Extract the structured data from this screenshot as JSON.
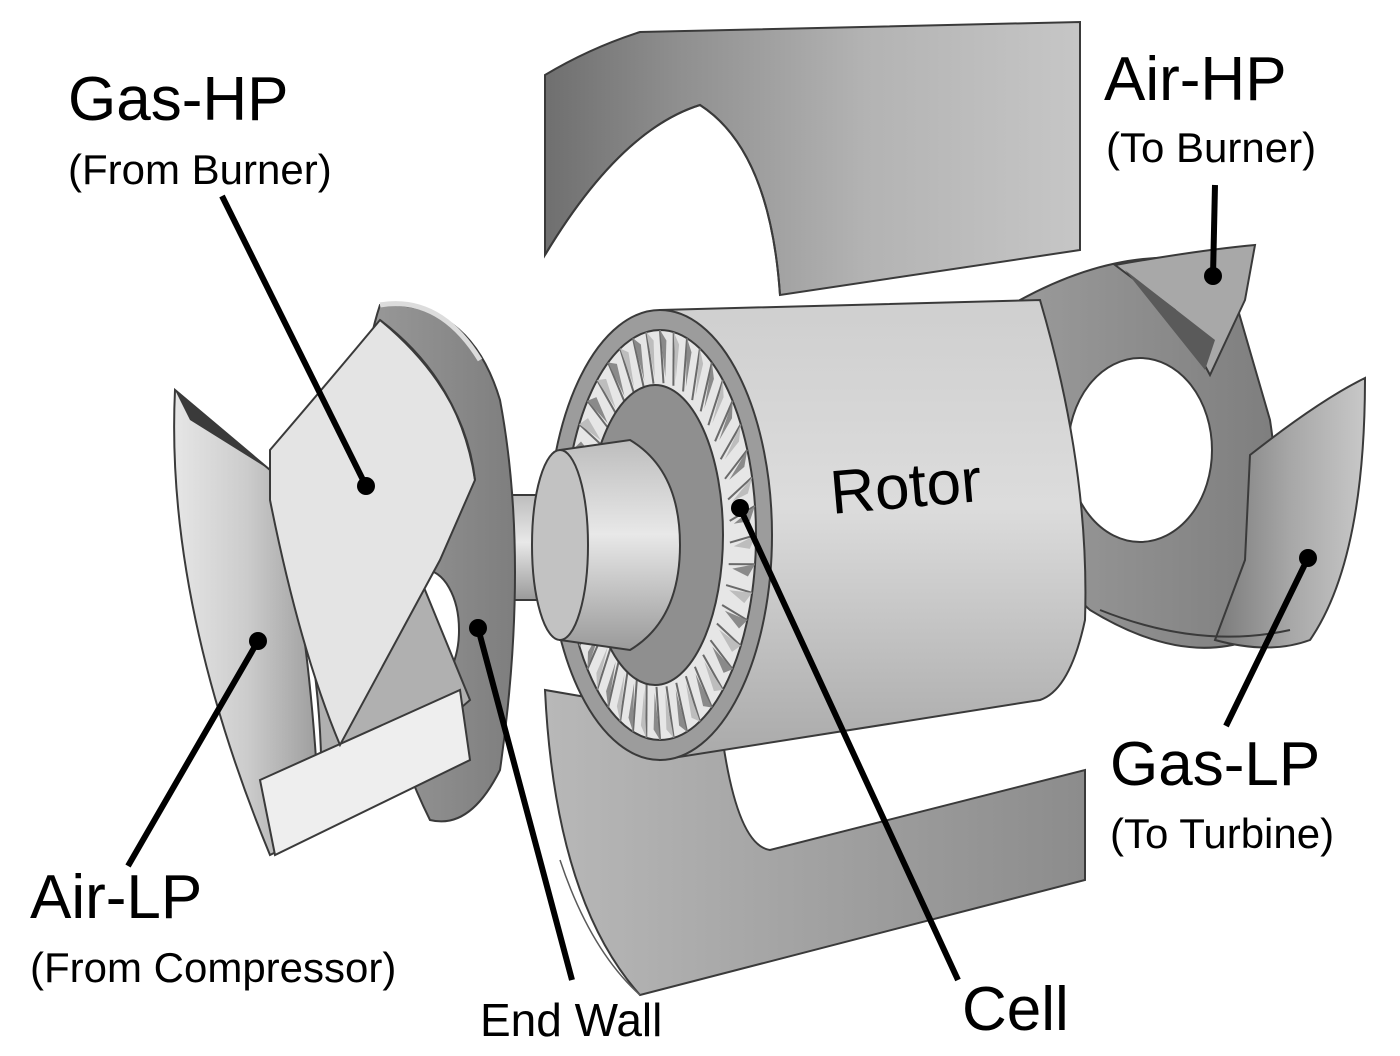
{
  "labels": {
    "gas_hp": {
      "title": "Gas-HP",
      "subtitle": "(From Burner)"
    },
    "air_hp": {
      "title": "Air-HP",
      "subtitle": "(To Burner)"
    },
    "rotor": "Rotor",
    "air_lp": {
      "title": "Air-LP",
      "subtitle": "(From Compressor)"
    },
    "gas_lp": {
      "title": "Gas-LP",
      "subtitle": "(To Turbine)"
    },
    "end_wall": "End Wall",
    "cell": "Cell"
  }
}
